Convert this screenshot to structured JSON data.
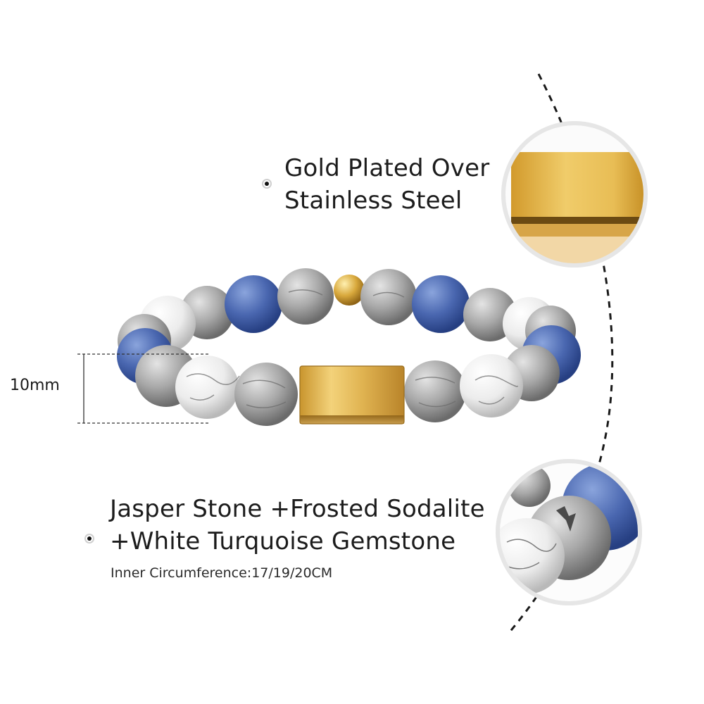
{
  "callouts": {
    "top": {
      "line1": "Gold Plated Over",
      "line2": "Stainless Steel"
    },
    "bottom": {
      "line1": "Jasper Stone +Frosted Sodalite",
      "line2": "+White Turquoise Gemstone",
      "note": "Inner Circumference:17/19/20CM"
    }
  },
  "dimension": {
    "label": "10mm"
  },
  "colors": {
    "gold": "#d6a63a",
    "sodalite": "#4a67b0",
    "jasper": "#9a9a9a",
    "turquoise_white": "#eeeeee"
  },
  "icons": [
    "bullet-icon"
  ]
}
